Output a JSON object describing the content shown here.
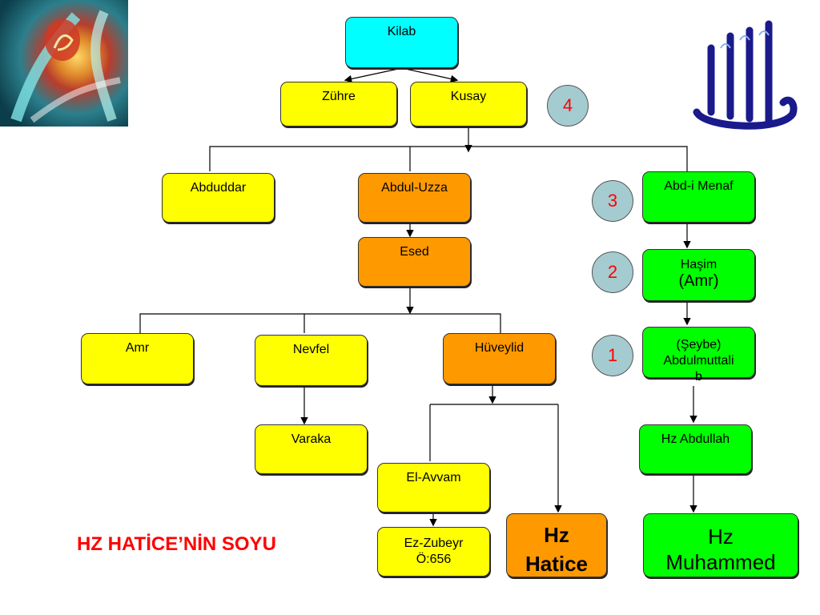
{
  "title": "HZ HATİCE’NİN SOYU",
  "nodes": {
    "kilab": "Kilab",
    "zuhre": "Zühre",
    "kusay": "Kusay",
    "abduddar": "Abduddar",
    "abdul_uzza": "Abdul-Uzza",
    "abd_i_menaf": "Abd-i Menaf",
    "esed": "Esed",
    "hasim_line1": "Haşim",
    "hasim_line2": "(Amr)",
    "amr": "Amr",
    "nevfel": "Nevfel",
    "huveylid": "Hüveylid",
    "seybe_line1": "(Şeybe)",
    "seybe_line2": "Abdulmuttali",
    "seybe_overflow": "b",
    "varaka": "Varaka",
    "hz_abdullah": "Hz Abdullah",
    "el_avvam": "El-Avvam",
    "ez_zubeyr_line1": "Ez-Zubeyr",
    "ez_zubeyr_line2": "Ö:656",
    "hz_hatice_line1": "Hz",
    "hz_hatice_line2": "Hatice",
    "hz_muhammed_line1": "Hz",
    "hz_muhammed_line2": "Muhammed"
  },
  "generation_markers": [
    "4",
    "3",
    "2",
    "1"
  ],
  "colors": {
    "top": "#00ffff",
    "neutral": "#ffff00",
    "hatice_line": "#ff9900",
    "muhammed_line": "#00ff00",
    "marker_bg": "#a4cbd0",
    "marker_text": "#ff0000",
    "title": "#ff0000"
  },
  "images": {
    "top_left": "calligraphy-painting",
    "top_right": "allah-calligraphy"
  }
}
